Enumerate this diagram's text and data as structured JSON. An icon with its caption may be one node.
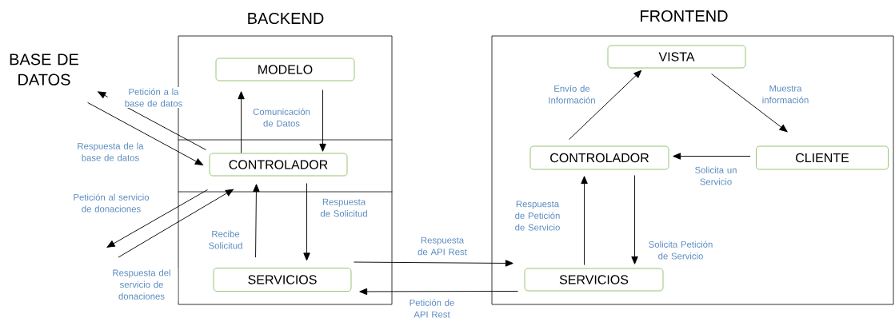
{
  "diagram": {
    "nodes": [
      {
        "text": [
          "BACKEND"
        ]
      },
      {
        "text": [
          "MODELO"
        ],
        "in": 0
      },
      {
        "text": [
          "CONTROLADOR"
        ],
        "in": 0
      },
      {
        "text": [
          "SERVICIOS"
        ],
        "in": 0
      },
      {
        "text": [
          "FRONTEND"
        ]
      },
      {
        "text": [
          "VISTA"
        ],
        "in": 4
      },
      {
        "text": [
          "CONTROLADOR"
        ],
        "in": 4
      },
      {
        "text": [
          "CLIENTE"
        ],
        "in": 4
      },
      {
        "text": [
          "SERVICIOS"
        ],
        "in": 4
      },
      {
        "text": [
          "BASE DE DATOS"
        ]
      }
    ],
    "edges": [
      {
        "from": 2,
        "to": 9,
        "arrow": "to",
        "label": "Petición a la base de datos"
      },
      {
        "from": 9,
        "to": 2,
        "arrow": "to",
        "label": "Respuesta de la base de datos"
      },
      {
        "from": 2,
        "to": null,
        "arrow": "to",
        "label": "Petición al servicio de donaciones"
      },
      {
        "from": null,
        "to": 2,
        "arrow": "to",
        "label": "Respuesta del servicio de donaciones"
      },
      {
        "from": 2,
        "to": 1,
        "arrow": "to",
        "label": "Comunicación de Datos"
      },
      {
        "from": 1,
        "to": 2,
        "arrow": "to"
      },
      {
        "from": 3,
        "to": 2,
        "arrow": "to",
        "label": "Recibe Solicitud"
      },
      {
        "from": 2,
        "to": 3,
        "arrow": "to",
        "label": "Respuesta de Solicitud"
      },
      {
        "from": 3,
        "to": 8,
        "arrow": "to",
        "label": "Respuesta de API Rest"
      },
      {
        "from": 8,
        "to": 3,
        "arrow": "to",
        "label": "Petición de API Rest"
      },
      {
        "from": 6,
        "to": 5,
        "arrow": "to",
        "label": "Envío de Información"
      },
      {
        "from": 5,
        "to": 7,
        "arrow": "to",
        "label": "Muestra información"
      },
      {
        "from": 7,
        "to": 6,
        "arrow": "to",
        "label": "Solicita un Servicio"
      },
      {
        "from": 8,
        "to": 6,
        "arrow": "to",
        "label": "Respuesta de Petición de Servicio"
      },
      {
        "from": 6,
        "to": 8,
        "arrow": "to",
        "label": "Solicita Petición de Servicio"
      }
    ]
  }
}
